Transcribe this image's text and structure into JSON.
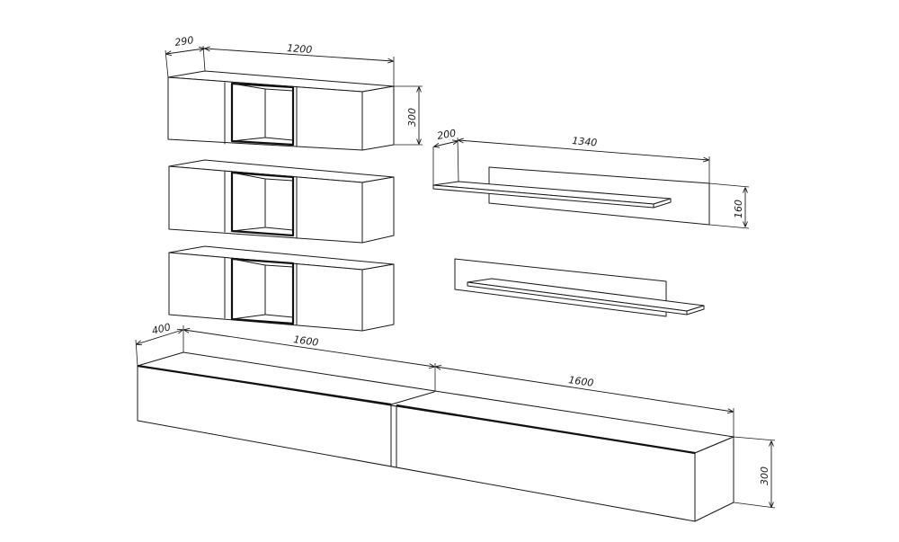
{
  "dimensions": {
    "cabinet_depth": "290",
    "cabinet_width": "1200",
    "cabinet_height": "300",
    "shelf_depth": "200",
    "shelf_width": "1340",
    "shelf_height": "160",
    "tv_unit_depth": "400",
    "tv_unit_width_left": "1600",
    "tv_unit_width_right": "1600",
    "tv_unit_height": "300"
  },
  "colors": {
    "line": "#1a1a1a",
    "background": "#ffffff"
  }
}
